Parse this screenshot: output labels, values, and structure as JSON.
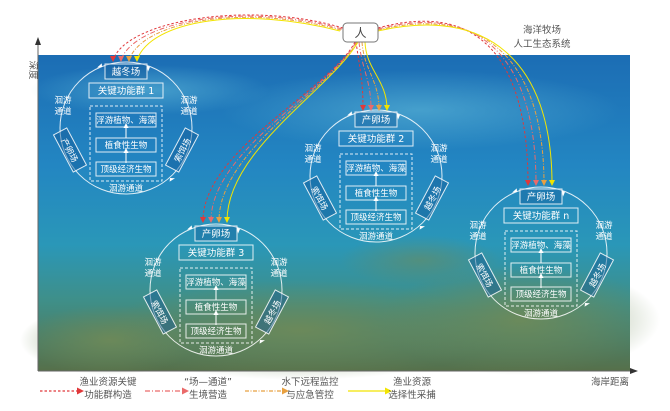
{
  "person": "人",
  "title": [
    "海洋牧场",
    "人工生态系统"
  ],
  "axes": {
    "y": "深度",
    "x": "海岸距离"
  },
  "cycles": [
    {
      "top": "越冬场",
      "group": "关键功能群 1",
      "levels": [
        "顶级经济生物",
        "植食性生物",
        "浮游植物、海藻"
      ],
      "left": "产卵场",
      "right": "索饵场",
      "channel": "洄游通道",
      "channel_side": [
        "洄游",
        "通道"
      ]
    },
    {
      "top": "产卵场",
      "group": "关键功能群 2",
      "levels": [
        "顶级经济生物",
        "植食性生物",
        "浮游植物、海藻"
      ],
      "left": "索饵场",
      "right": "越冬场",
      "channel": "洄游通道",
      "channel_side": [
        "洄游",
        "通道"
      ]
    },
    {
      "top": "产卵场",
      "group": "关键功能群 3",
      "levels": [
        "顶级经济生物",
        "植食性生物",
        "浮游植物、海藻"
      ],
      "left": "索饵场",
      "right": "越冬场",
      "channel": "洄游通道",
      "channel_side": [
        "洄游",
        "通道"
      ]
    },
    {
      "top": "产卵场",
      "group": "关键功能群 n",
      "levels": [
        "顶级经济生物",
        "植食性生物",
        "浮游植物、海藻"
      ],
      "left": "索饵场",
      "right": "越冬场",
      "channel": "洄游通道",
      "channel_side": [
        "洄游",
        "通道"
      ]
    }
  ],
  "legend": [
    {
      "label": [
        "渔业资源关键",
        "功能群构造"
      ],
      "color": "#e0383a"
    },
    {
      "label": [
        "“场—通道”",
        "生境营造"
      ],
      "color": "#ea6a6a"
    },
    {
      "label": [
        "水下远程监控",
        "与应急管控"
      ],
      "color": "#e8a040"
    },
    {
      "label": [
        "渔业资源",
        "选择性采捕"
      ],
      "color": "#f2e400"
    }
  ]
}
